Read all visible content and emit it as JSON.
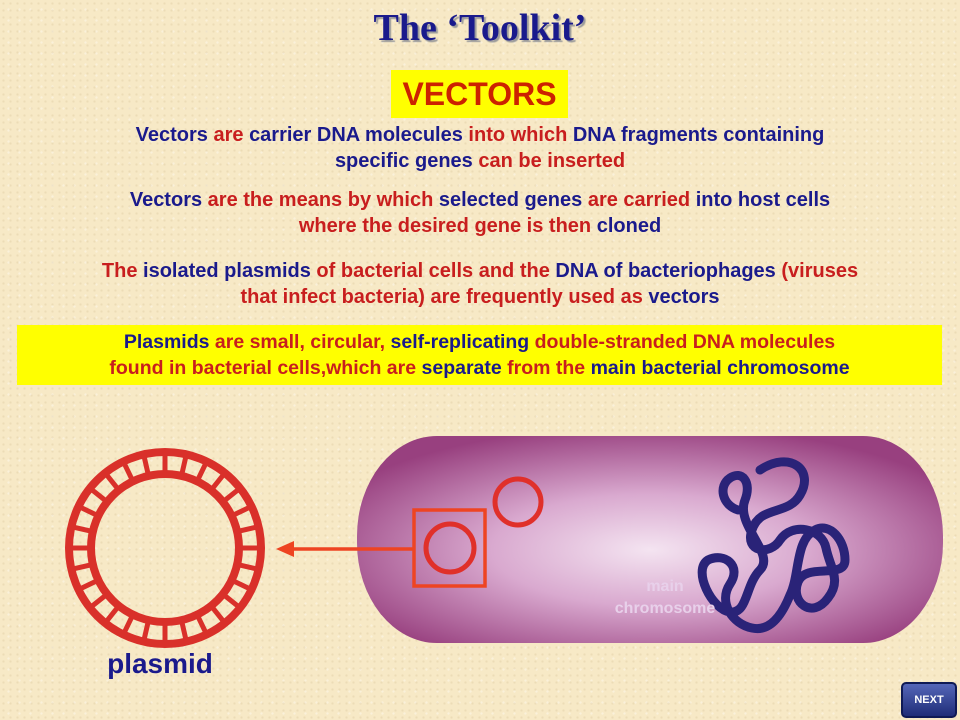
{
  "title": "The ‘Toolkit’",
  "badge": "VECTORS",
  "paragraphs": {
    "p1": {
      "l1": [
        {
          "text": "Vectors ",
          "c": "n"
        },
        {
          "text": "are ",
          "c": "r"
        },
        {
          "text": "carrier DNA molecules ",
          "c": "n"
        },
        {
          "text": "into which ",
          "c": "r"
        },
        {
          "text": "DNA fragments containing",
          "c": "n"
        }
      ],
      "l2": [
        {
          "text": "specific genes ",
          "c": "n"
        },
        {
          "text": "can be inserted",
          "c": "r"
        }
      ]
    },
    "p2": {
      "l1": [
        {
          "text": "Vectors ",
          "c": "n"
        },
        {
          "text": "are the means by which ",
          "c": "r"
        },
        {
          "text": "selected genes ",
          "c": "n"
        },
        {
          "text": "are carried ",
          "c": "r"
        },
        {
          "text": "into ",
          "c": "n"
        },
        {
          "text": "host cells",
          "c": "n"
        }
      ],
      "l2": [
        {
          "text": "where the desired gene is then ",
          "c": "r"
        },
        {
          "text": "cloned",
          "c": "n"
        }
      ]
    },
    "p3": {
      "l1": [
        {
          "text": "The ",
          "c": "r"
        },
        {
          "text": "isolated plasmids ",
          "c": "n"
        },
        {
          "text": "of bacterial cells and the ",
          "c": "r"
        },
        {
          "text": "DNA of bacteriophages ",
          "c": "n"
        },
        {
          "text": "(viruses",
          "c": "r"
        }
      ],
      "l2": [
        {
          "text": "that infect bacteria) are frequently used as ",
          "c": "r"
        },
        {
          "text": "vectors",
          "c": "n"
        }
      ]
    },
    "p4": {
      "l1": [
        {
          "text": "Plasmids ",
          "c": "n"
        },
        {
          "text": "are small, circular, ",
          "c": "r"
        },
        {
          "text": "self-replicating ",
          "c": "n"
        },
        {
          "text": "double-stranded DNA molecules",
          "c": "r"
        }
      ],
      "l2": [
        {
          "text": "found in bacterial cells,which are ",
          "c": "r"
        },
        {
          "text": "separate ",
          "c": "n"
        },
        {
          "text": "from the ",
          "c": "r"
        },
        {
          "text": "main bacterial chromosome",
          "c": "n"
        }
      ]
    }
  },
  "labels": {
    "chromosome_line1": "main",
    "chromosome_line2": "chromosome",
    "plasmid": "plasmid"
  },
  "next_button": "NEXT",
  "colors": {
    "navy": "#1a1a8c",
    "red": "#c81e1e",
    "highlight": "#ffff00",
    "plasmid_red": "#d9302a",
    "cell_purple": "#9e4a86",
    "chromosome_blue": "#2a2378"
  }
}
